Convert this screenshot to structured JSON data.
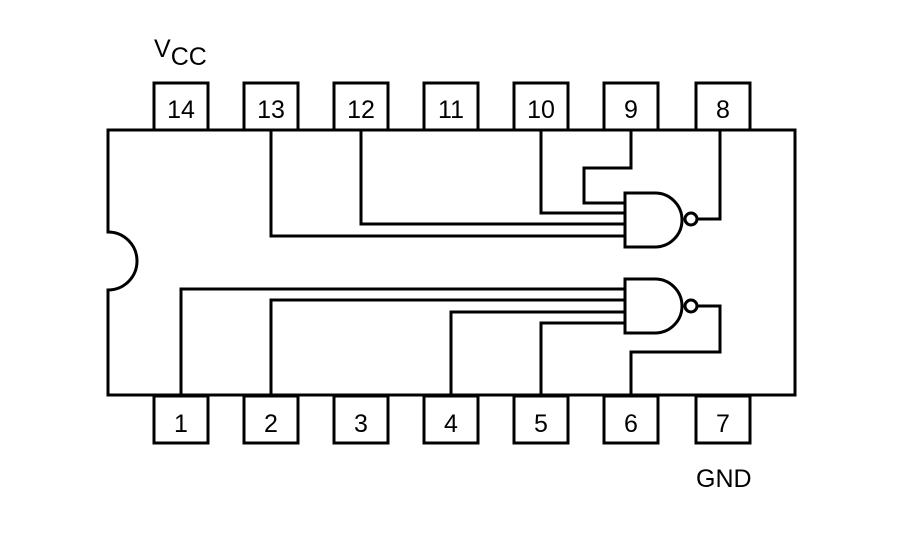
{
  "chip": {
    "vcc_label": "V",
    "vcc_sub": "CC",
    "gnd_label": "GND",
    "top_pins": [
      "14",
      "13",
      "12",
      "11",
      "10",
      "9",
      "8"
    ],
    "bottom_pins": [
      "1",
      "2",
      "3",
      "4",
      "5",
      "6",
      "7"
    ]
  },
  "gates": [
    {
      "type": "NAND",
      "inputs": [
        "9",
        "10",
        "12",
        "13"
      ],
      "output": "8"
    },
    {
      "type": "NAND",
      "inputs": [
        "1",
        "2",
        "4",
        "5"
      ],
      "output": "6"
    }
  ]
}
